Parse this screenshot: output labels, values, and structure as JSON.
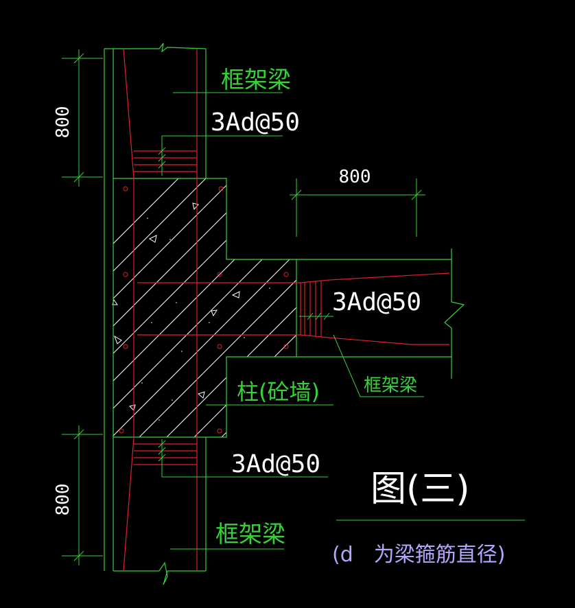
{
  "colors": {
    "background": "#000000",
    "outline": "#35d335",
    "rebar": "#e0202a",
    "hatch": "#ffffff",
    "text_green": "#35d335",
    "text_white": "#ffffff",
    "note_purple": "#b7a4ff"
  },
  "labels": {
    "beam_top": "框架梁",
    "stirrup_top": "3Ad@50",
    "dim_top": "800",
    "dim_right": "800",
    "stirrup_right": "3Ad@50",
    "beam_right": "框架梁",
    "column": "柱(砼墙)",
    "stirrup_bottom": "3Ad@50",
    "dim_bottom": "800",
    "figure_title": "图(三)",
    "beam_bottom": "框架梁",
    "note": "(d　为梁箍筋直径)"
  }
}
